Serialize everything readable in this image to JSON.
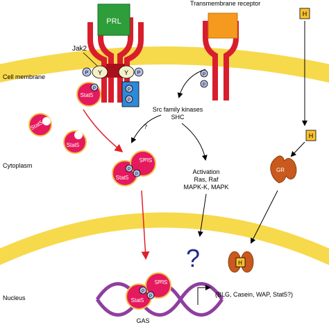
{
  "labels": {
    "prl": "PRL",
    "jak2": "Jak2",
    "transmembrane_receptor": "Transmembrane receptor",
    "hormone": "H",
    "cell_membrane": "Cell membrane",
    "cytoplasm": "Cytoplasm",
    "nucleus": "Nucleus",
    "src_line1": "Src family kinases",
    "src_line2": "SHC",
    "activation_line1": "Activation",
    "activation_line2": "Ras, Raf",
    "activation_line3": "MAPK-K, MAPK",
    "gr": "GR",
    "question_small": "?",
    "question_large": "?",
    "gas": "GAS",
    "target_genes": "(BLG, Casein, WAP, Stat5?)",
    "stat5": "Stat5",
    "phospho": "P",
    "tyrosine": "Y"
  },
  "colors": {
    "membrane": "#f7d94c",
    "receptor": "#d81e2c",
    "prl": "#2e9e3a",
    "receptor_ligand": "#f59a1f",
    "hormone": "#f7c22e",
    "stat5": "#e5195e",
    "phospho": "#b7bfe6",
    "gr": "#c9591c",
    "dna": "#8e3f9e",
    "arrow_red": "#e0202a",
    "question": "#1f2a8c"
  }
}
